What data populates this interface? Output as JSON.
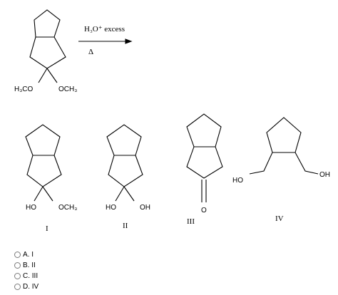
{
  "reaction": {
    "reagent": "H₃O⁺ excess",
    "heat": "Δ",
    "starting_material": {
      "left_substituent": "H₃CO",
      "right_substituent": "OCH₃"
    }
  },
  "products": [
    {
      "numeral": "I",
      "left_label": "HO",
      "right_label": "OCH₃"
    },
    {
      "numeral": "II",
      "left_label": "HO",
      "right_label": "OH"
    },
    {
      "numeral": "III",
      "carbonyl_label": "O"
    },
    {
      "numeral": "IV",
      "left_label": "HO",
      "right_label": "OH"
    }
  ],
  "options": [
    {
      "label": "A. I"
    },
    {
      "label": "B. II"
    },
    {
      "label": "C. III"
    },
    {
      "label": "D. IV"
    }
  ]
}
